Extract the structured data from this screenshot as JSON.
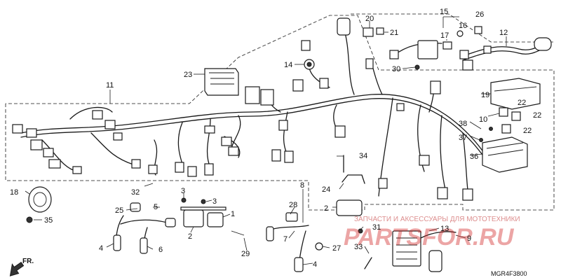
{
  "diagram": {
    "front_indicator": "FR.",
    "drawing_code": "MGR4F3800",
    "watermark": {
      "caption": "ЗАПЧАСТИ И АКСЕССУАРЫ ДЛЯ МОТОТЕХНИКИ",
      "brand": "PARTSFOR.RU"
    },
    "callouts": {
      "c1": "1",
      "c2": "2",
      "c2b": "2",
      "c3": "3",
      "c3b": "3",
      "c4": "4",
      "c4b": "4",
      "c5": "5",
      "c6": "6",
      "c7": "7",
      "c8": "8",
      "c9": "9",
      "c10": "10",
      "c11": "11",
      "c12": "12",
      "c13": "13",
      "c14": "14",
      "c15": "15",
      "c16": "16",
      "c17": "17",
      "c18": "18",
      "c19": "19",
      "c20": "20",
      "c21": "21",
      "c22a": "22",
      "c22b": "22",
      "c22c": "22",
      "c23": "23",
      "c24": "24",
      "c25": "25",
      "c26": "26",
      "c27": "27",
      "c28": "28",
      "c29": "29",
      "c30": "30",
      "c31": "31",
      "c32": "32",
      "c33": "33",
      "c34": "34",
      "c35": "35",
      "c36": "36",
      "c37": "37",
      "c38": "38"
    }
  }
}
